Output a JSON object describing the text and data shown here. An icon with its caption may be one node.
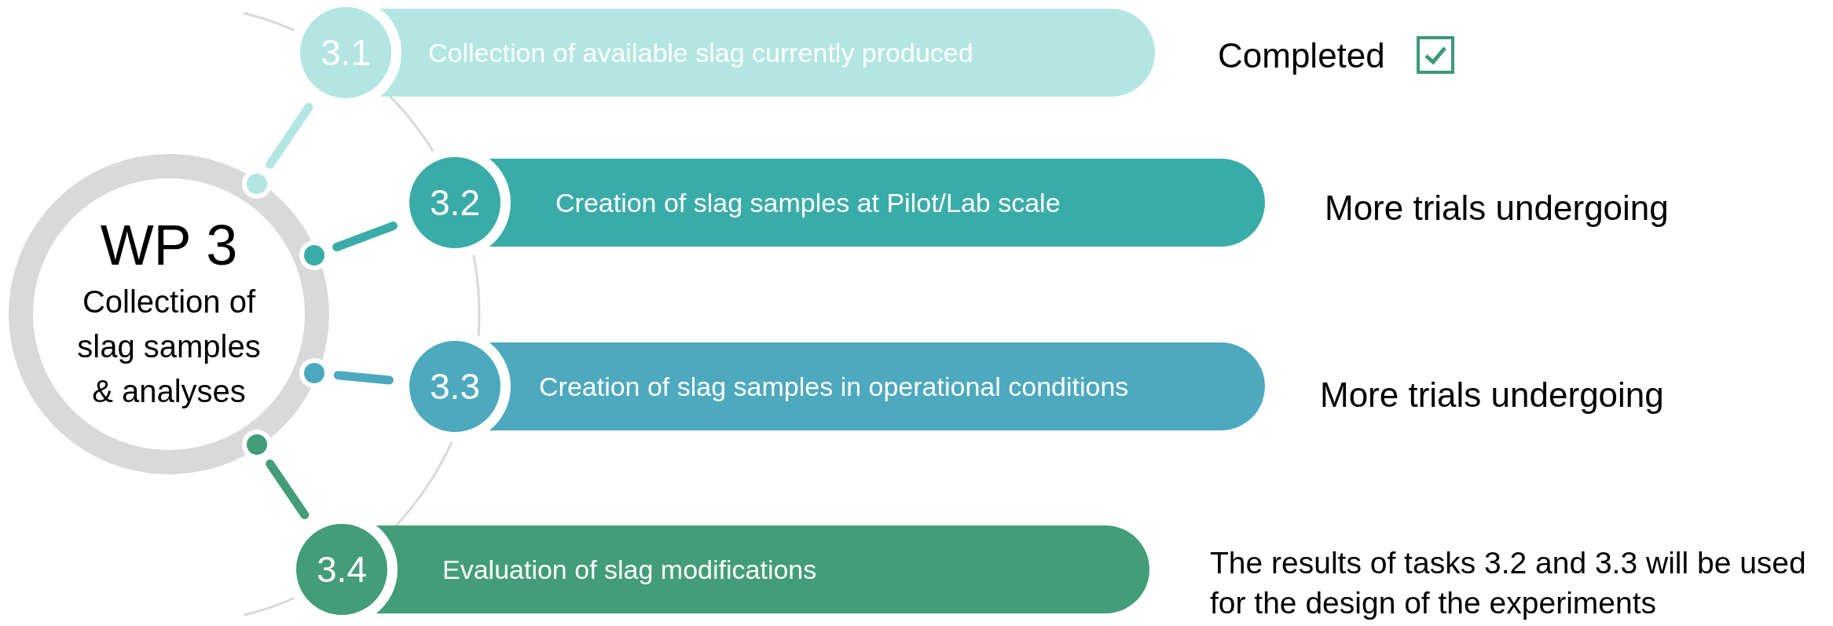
{
  "diagram": {
    "nodes": [
      {
        "text": [
          "WP 3",
          "Collection of slag samples & analyses"
        ]
      },
      {
        "text": [
          "3.1",
          "Collection of available slag currently produced"
        ],
        "beside": [
          "Completed"
        ]
      },
      {
        "text": [
          "3.2",
          "Creation of slag samples at Pilot/Lab scale"
        ],
        "beside": [
          "More trials undergoing"
        ]
      },
      {
        "text": [
          "3.3",
          "Creation of slag samples in operational conditions"
        ],
        "beside": [
          "More trials undergoing"
        ]
      },
      {
        "text": [
          "3.4",
          "Evaluation of slag modifications"
        ],
        "beside": [
          "The results of tasks 3.2 and 3.3 will be used for the design of the experiments"
        ]
      }
    ],
    "edges": [
      {
        "from": 0,
        "to": 1,
        "arrow": "other",
        "color": "#b3e6e2"
      },
      {
        "from": 0,
        "to": 2,
        "arrow": "other",
        "color": "#3aaca8"
      },
      {
        "from": 0,
        "to": 3,
        "arrow": "other",
        "color": "#4da9bd"
      },
      {
        "from": 0,
        "to": 4,
        "arrow": "other",
        "color": "#429d78"
      }
    ]
  }
}
